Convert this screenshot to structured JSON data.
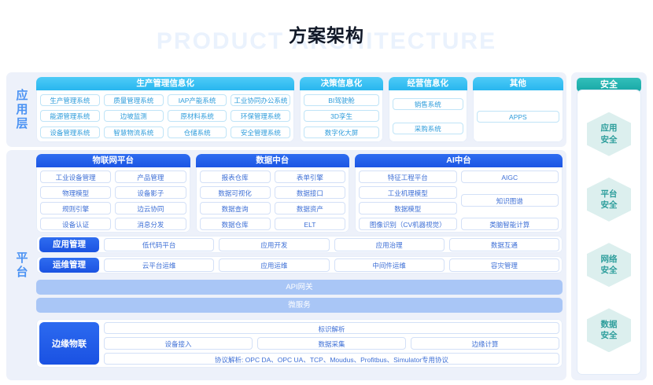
{
  "header": {
    "title": "方案架构",
    "watermark": "PRODUCT ARCHITECTURE"
  },
  "layers": {
    "application": {
      "label": "应用层",
      "panels": [
        {
          "title": "生产管理信息化",
          "rows": [
            [
              "生产管理系统",
              "质量管理系统",
              "IAP产能系统",
              "工业协同办公系统"
            ],
            [
              "能源管理系统",
              "边坡监测",
              "原材料系统",
              "环保管理系统"
            ],
            [
              "设备管理系统",
              "智慧物流系统",
              "仓储系统",
              "安全管理系统"
            ]
          ]
        },
        {
          "title": "决策信息化",
          "rows": [
            [
              "BI驾驶舱"
            ],
            [
              "3D孪生"
            ],
            [
              "数字化大屏"
            ]
          ]
        },
        {
          "title": "经营信息化",
          "rows": [
            [
              "销售系统"
            ],
            [
              "采购系统"
            ]
          ]
        },
        {
          "title": "其他",
          "rows": [
            [
              "APPS"
            ]
          ]
        }
      ]
    },
    "platform": {
      "label": "平台",
      "panels": [
        {
          "title": "物联网平台",
          "columns": [
            [
              "工业设备管理",
              "物理模型",
              "规则引擎",
              "设备认证"
            ],
            [
              "产品管理",
              "设备影子",
              "边云协同",
              "消息分发"
            ]
          ]
        },
        {
          "title": "数据中台",
          "columns": [
            [
              "报表仓库",
              "数据可视化",
              "数据查询",
              "数据仓库"
            ],
            [
              "表单引擎",
              "数据接口",
              "数据资产",
              "ELT"
            ]
          ]
        },
        {
          "title": "AI中台",
          "columns": [
            [
              "特征工程平台",
              "工业机理模型",
              "数据模型",
              "图像识别（CV机器视觉）"
            ],
            [
              "AIGC",
              "知识图谱",
              "类脑智能计算"
            ]
          ]
        }
      ],
      "management_rows": [
        {
          "tag": "应用管理",
          "items": [
            "低代码平台",
            "应用开发",
            "应用治理",
            "数据互通"
          ]
        },
        {
          "tag": "运维管理",
          "items": [
            "云平台运维",
            "应用运维",
            "中间件运维",
            "容灾管理"
          ]
        }
      ],
      "wide_bars": [
        "API网关",
        "微服务"
      ],
      "edge": {
        "tag": "边缘物联",
        "top": "标识解析",
        "middle": [
          "设备接入",
          "数据采集",
          "边缘计算"
        ],
        "bottom": "协议解析: OPC DA、OPC UA、TCP、Moudus、Profitbus、Simulator专用协议"
      }
    },
    "security": {
      "title": "安全",
      "items": [
        {
          "line1": "应用",
          "line2": "安全"
        },
        {
          "line1": "平台",
          "line2": "安全"
        },
        {
          "line1": "网络",
          "line2": "安全"
        },
        {
          "line1": "数据",
          "line2": "安全"
        }
      ]
    }
  },
  "colors": {
    "accent_cyan": "#28B6EF",
    "accent_blue": "#1C56E4",
    "accent_teal": "#17A7A5",
    "bar_blue": "#A9C6F6",
    "page_bg": "#EDF1FA"
  }
}
